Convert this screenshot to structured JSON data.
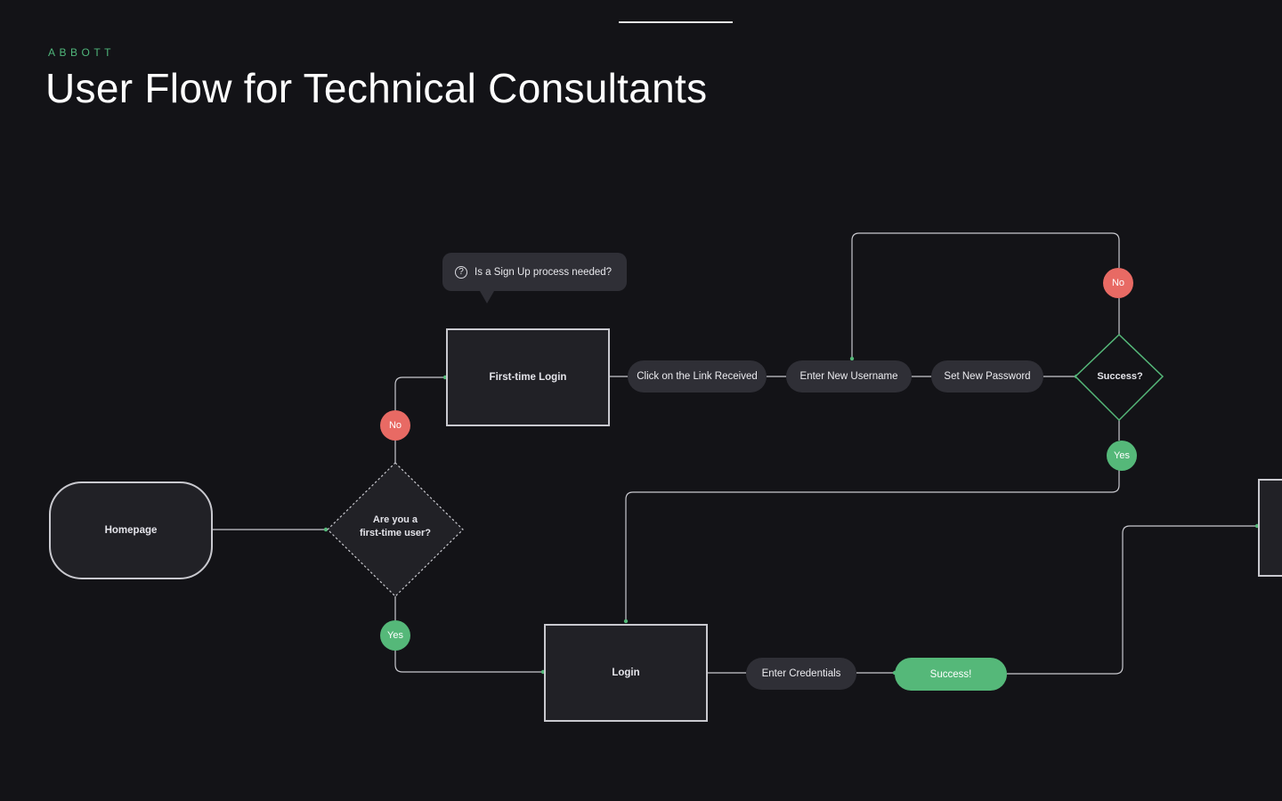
{
  "header": {
    "eyebrow": "ABBOTT",
    "title": "User Flow for Technical Consultants"
  },
  "callout": {
    "text": "Is a Sign Up process needed?",
    "icon": "question-circle-icon"
  },
  "nodes": {
    "homepage": "Homepage",
    "first_time_question_line1": "Are you a",
    "first_time_question_line2": "first-time user?",
    "first_time_login": "First-time Login",
    "click_link": "Click on the Link Received",
    "enter_username": "Enter New Username",
    "set_password": "Set New Password",
    "success_question": "Success?",
    "login": "Login",
    "enter_credentials": "Enter Credentials",
    "success": "Success!"
  },
  "badges": {
    "no_first_time": "No",
    "yes_first_time": "Yes",
    "no_success": "No",
    "yes_success": "Yes"
  },
  "colors": {
    "background": "#131317",
    "accent_green": "#55b879",
    "accent_red": "#e86a64",
    "node_fill": "#212126",
    "pill_fill": "#2f2f36",
    "connector": "#c9c9cf"
  }
}
